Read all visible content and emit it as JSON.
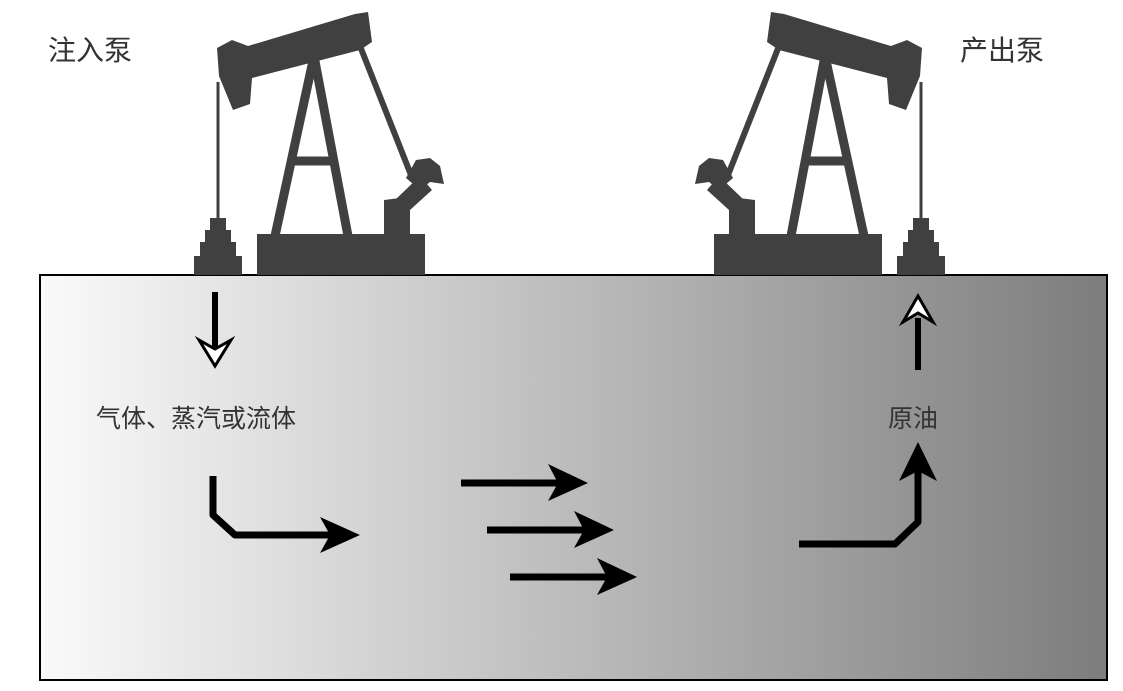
{
  "labels": {
    "injection_pump": "注入泵",
    "production_pump": "产出泵",
    "injected_fluid": "气体、蒸汽或流体",
    "crude_oil": "原油"
  },
  "colors": {
    "pump": "#404040",
    "arrow": "#000000",
    "text": "#333333",
    "reservoir_left": "#fafafa",
    "reservoir_right": "#7d7d7d",
    "reservoir_border": "#000000"
  },
  "icons": {
    "left_pump": "pumpjack-icon",
    "right_pump": "pumpjack-icon"
  }
}
